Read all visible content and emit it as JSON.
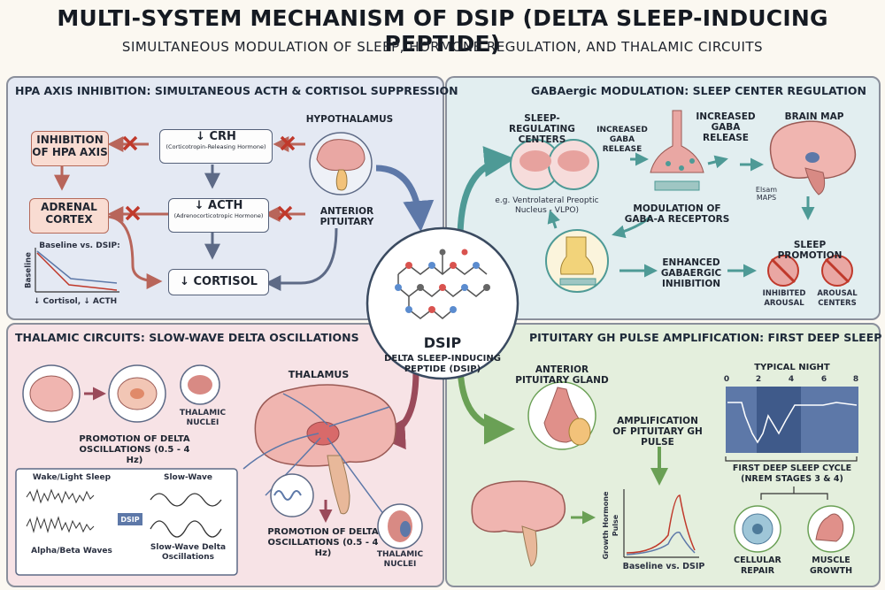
{
  "header": {
    "title": "MULTI-SYSTEM MECHANISM OF DSIP (DELTA SLEEP-INDUCING PEPTIDE)",
    "subtitle": "SIMULTANEOUS MODULATION OF SLEEP, HORMONE REGULATION, AND THALAMIC CIRCUITS"
  },
  "hpa": {
    "title": "HPA AXIS INHIBITION: SIMULTANEOUS ACTH & CORTISOL SUPPRESSION",
    "inhibition": "INHIBITION OF HPA AXIS",
    "adrenal": "ADRENAL CORTEX",
    "crh": "↓ CRH",
    "crh_full": "(Corticotropin-Releasing Hormone)",
    "acth": "↓ ACTH",
    "acth_full": "(Adrenocorticotropic Hormone)",
    "cortisol": "↓ CORTISOL",
    "hypothalamus": "HYPOTHALAMUS",
    "anterior_pituitary": "ANTERIOR PITUITARY",
    "graph_title": "Baseline vs. DSIP:",
    "graph_ylabel": "Baseline",
    "graph_caption": "↓ Cortisol, ↓ ACTH"
  },
  "gaba": {
    "title": "GABAergic MODULATION: SLEEP CENTER REGULATION",
    "centers": "SLEEP-REGULATING CENTERS",
    "vlpo": "e.g. Ventrolateral Preoptic Nucleus - VLPO)",
    "increased_small": "INCREASED GABA RELEASE",
    "increased": "INCREASED GABA RELEASE",
    "brain_map": "BRAIN MAP",
    "maps_note": "Elsam MAPS",
    "receptors": "MODULATION OF GABA-A RECEPTORS",
    "enhanced": "ENHANCED GABAERGIC INHIBITION",
    "sleep_promotion": "SLEEP PROMOTION",
    "inhibited_arousal": "INHIBITED AROUSAL",
    "arousal_centers": "AROUSAL CENTERS"
  },
  "center": {
    "name": "DSIP",
    "full_name": "DELTA SLEEP-INDUCING PEPTIDE (DSIP)"
  },
  "thalamic": {
    "title": "THALAMIC CIRCUITS: SLOW-WAVE DELTA OSCILLATIONS",
    "thalamus": "THALAMUS",
    "nuclei_top": "THALAMIC NUCLEI",
    "promotion_top": "PROMOTION OF DELTA OSCILLATIONS (0.5 - 4 Hz)",
    "wake": "Wake/Light Sleep",
    "slow_wave": "Slow-Wave",
    "dsip_tag": "DSIP",
    "alpha": "Alpha/Beta Waves",
    "slow_delta": "Slow-Wave Delta Oscillations",
    "promotion_bottom": "PROMOTION OF DELTA OSCILLATIONS (0.5 - 4 Hz)",
    "nuclei_bottom": "THALAMIC NUCLEI"
  },
  "pituitary": {
    "title": "PITUITARY GH PULSE AMPLIFICATION: FIRST DEEP SLEEP CYCLE",
    "gland": "ANTERIOR PITUITARY GLAND",
    "amplification": "AMPLIFICATION OF PITUITARY GH PULSE",
    "typical_night": "TYPICAL NIGHT",
    "ticks": [
      "0",
      "2",
      "4",
      "6",
      "8"
    ],
    "first_cycle": "FIRST DEEP SLEEP CYCLE (NREM STAGES 3 & 4)",
    "gh_ylabel": "Growth Hormone Pulse",
    "gh_caption": "Baseline vs. DSIP",
    "cellular": "CELLULAR REPAIR",
    "muscle": "MUSCLE GROWTH"
  },
  "colors": {
    "hpa_panel": "#e4e9f3",
    "gaba_panel": "#e2eef0",
    "thalamic_panel": "#f7e3e6",
    "pituitary_panel": "#e4efdd",
    "inhibit_red": "#c0392b",
    "teal_arrow": "#4e9a96",
    "blue_arrow": "#5d78a8",
    "green_arrow": "#6aa055"
  }
}
